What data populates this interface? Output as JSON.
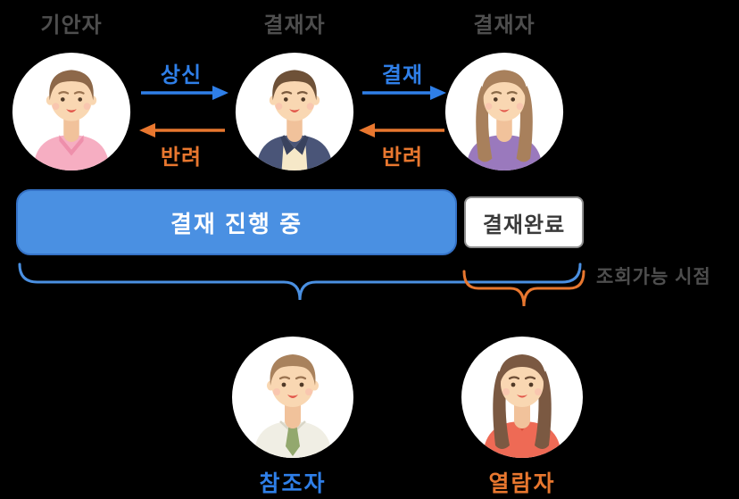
{
  "top_roles": [
    {
      "label": "기안자"
    },
    {
      "label": "결재자"
    },
    {
      "label": "결재자"
    }
  ],
  "flow_labels": {
    "submit": "상신",
    "reject_1": "반려",
    "approve": "결재",
    "reject_2": "반려"
  },
  "status": {
    "in_progress": "결재 진행 중",
    "completed": "결재완료"
  },
  "annotation": {
    "view_available_label": "조회가능 시점"
  },
  "bottom_roles": [
    {
      "label": "참조자"
    },
    {
      "label": "열람자"
    }
  ],
  "colors": {
    "background": "#000000",
    "blue_accent": "#2f7fe8",
    "orange_accent": "#e8772f",
    "progress_box_fill": "#4a90e2",
    "label_gray": "#4e4e4e"
  }
}
